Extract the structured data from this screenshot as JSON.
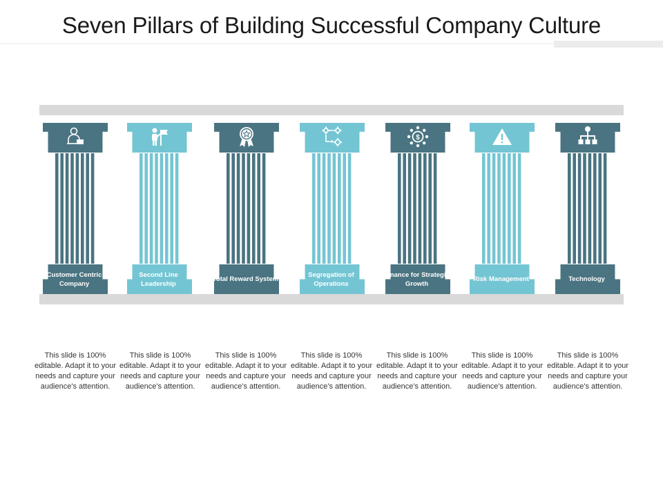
{
  "title": "Seven Pillars of Building Successful Company Culture",
  "colors": {
    "dark": "#4a7481",
    "light": "#74c5d3",
    "beam": "#d9d9d9"
  },
  "pillars": [
    {
      "label": "Customer Centric Company",
      "icon": "customer-icon",
      "tone": "dark",
      "description": "This slide is 100% editable. Adapt it to your needs and capture your audience's attention."
    },
    {
      "label": "Second Line Leadership",
      "icon": "leader-flag-icon",
      "tone": "light",
      "description": "This slide is 100% editable. Adapt it to your needs and capture your audience's attention."
    },
    {
      "label": "Total Reward System",
      "icon": "award-badge-icon",
      "tone": "dark",
      "description": "This slide is 100% editable. Adapt it to your needs and capture your audience's attention."
    },
    {
      "label": "Segregation of Operations",
      "icon": "gears-icon",
      "tone": "light",
      "description": "This slide is 100% editable. Adapt it to your needs and capture your audience's attention."
    },
    {
      "label": "Finance for Strategic Growth",
      "icon": "dollar-network-icon",
      "tone": "dark",
      "description": "This slide is 100% editable. Adapt it to your needs and capture your audience's attention."
    },
    {
      "label": "Risk Management",
      "icon": "warning-icon",
      "tone": "light",
      "description": "This slide is 100% editable. Adapt it to your needs and capture your audience's attention."
    },
    {
      "label": "Technology",
      "icon": "org-chart-icon",
      "tone": "dark",
      "description": "This slide is 100% editable. Adapt it to your needs and capture your audience's attention."
    }
  ]
}
